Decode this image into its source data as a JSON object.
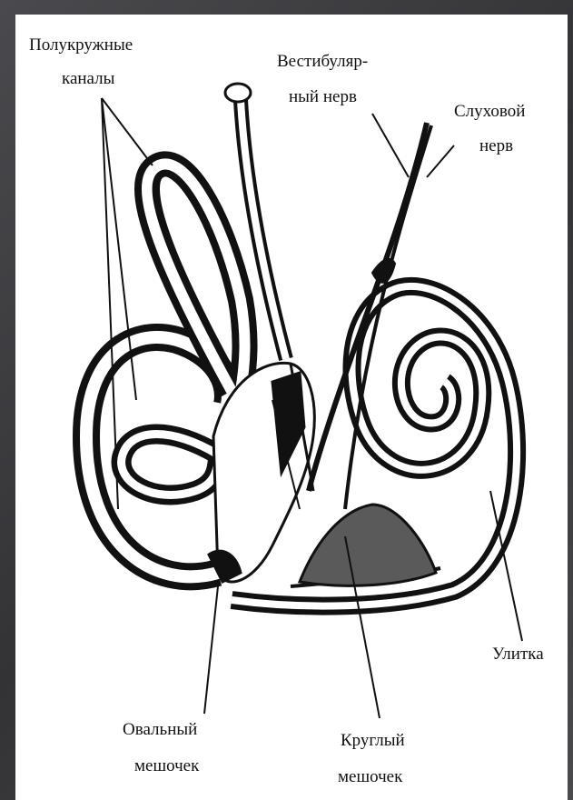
{
  "labels": {
    "semicircular_canals": [
      "Полукружные",
      "каналы"
    ],
    "vestibular_nerve": [
      "Вестибуляр-",
      "ный нерв"
    ],
    "auditory_nerve": [
      "Слуховой",
      "нерв"
    ],
    "cochlea": [
      "Улитка"
    ],
    "oval_sac": [
      "Овальный",
      "мешочек"
    ],
    "round_sac": [
      "Круглый",
      "мешочек"
    ]
  },
  "colors": {
    "ink": "#111111",
    "paper": "#ffffff",
    "frame": "#3a3a3c"
  }
}
